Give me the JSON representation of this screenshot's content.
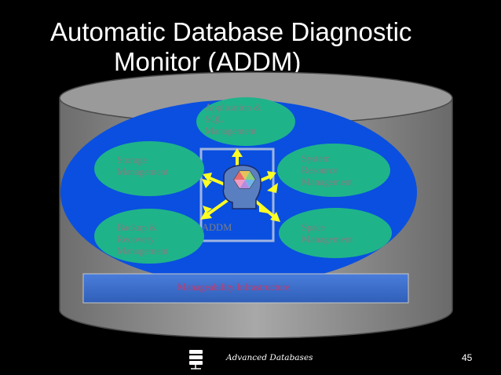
{
  "slide": {
    "title_line1": "Automatic Database Diagnostic",
    "title_line2": "Monitor (ADDM)",
    "footer": "Advanced Databases",
    "page_number": "45"
  },
  "diagram": {
    "nodes": {
      "app_sql": "Application &\nSQL\nManagement",
      "storage": "Storage\nManagement",
      "system": "System\nResource\nManagement",
      "backup": "Backup &\nRecovery\nManagement",
      "space": "Space\nManagement",
      "addm": "ADDM"
    },
    "infrastructure": "Manageability Infrastructure"
  },
  "colors": {
    "background": "#000000",
    "cylinder": "#8c8c8c",
    "oval": "#0a4fe0",
    "node": "#1fb38a",
    "infra_bar": "#3d6fcd",
    "arrow": "#ffff22"
  },
  "icons": [
    "brain-head-icon",
    "footer-database-icon"
  ]
}
